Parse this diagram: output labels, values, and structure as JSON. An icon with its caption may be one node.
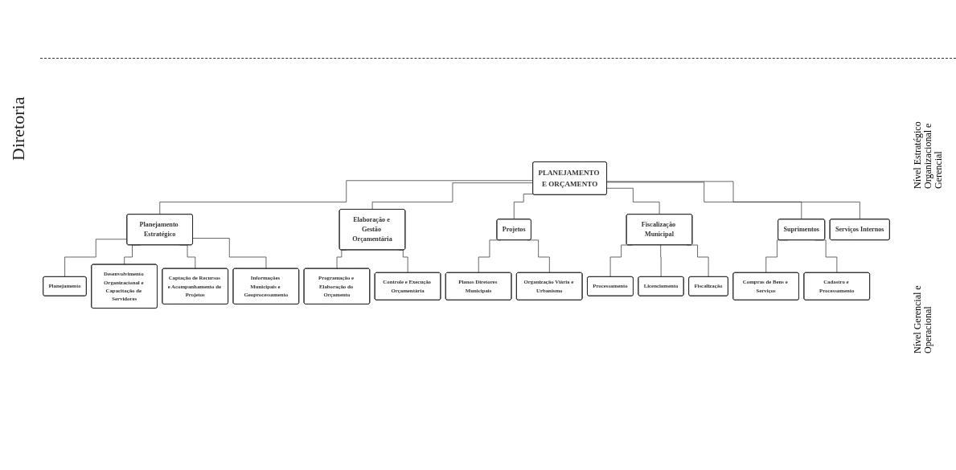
{
  "diagram": {
    "nodes": [
      {
        "text": [
          "PLANEJAMENTO E ORÇAMENTO"
        ]
      },
      {
        "text": [
          "Planejamento Estratégico"
        ]
      },
      {
        "text": [
          "Elaboração e Gestão Orçamentária"
        ]
      },
      {
        "text": [
          "Projetos"
        ]
      },
      {
        "text": [
          "Fiscalização Municipal"
        ]
      },
      {
        "text": [
          "Suprimentos"
        ]
      },
      {
        "text": [
          "Serviços Internos"
        ]
      },
      {
        "text": [
          "Planejamento"
        ]
      },
      {
        "text": [
          "Desenvolvimento Organizacional e Capacitação de Servidores"
        ]
      },
      {
        "text": [
          "Captação de Recursos e Acompanhamento de Projetos"
        ]
      },
      {
        "text": [
          "Informações Municipais e Geoprocessamento"
        ]
      },
      {
        "text": [
          "Programação e Elaboração do Orçamento"
        ]
      },
      {
        "text": [
          "Controle e Execução Orçamentária"
        ]
      },
      {
        "text": [
          "Planos Diretores Municipais"
        ]
      },
      {
        "text": [
          "Organização Viária e Urbanismo"
        ]
      },
      {
        "text": [
          "Processamento"
        ]
      },
      {
        "text": [
          "Licenciamento"
        ]
      },
      {
        "text": [
          "Fiscalização"
        ]
      },
      {
        "text": [
          "Compras de Bens e Serviços"
        ]
      },
      {
        "text": [
          "Cadastro e Processamento"
        ]
      }
    ],
    "edges": [
      {
        "from": 0,
        "to": 1,
        "arrow": "none"
      },
      {
        "from": 0,
        "to": 2,
        "arrow": "none"
      },
      {
        "from": 0,
        "to": 3,
        "arrow": "none"
      },
      {
        "from": 0,
        "to": 4,
        "arrow": "none"
      },
      {
        "from": 0,
        "to": 5,
        "arrow": "none"
      },
      {
        "from": 0,
        "to": 6,
        "arrow": "none"
      },
      {
        "from": 1,
        "to": 7,
        "arrow": "none"
      },
      {
        "from": 1,
        "to": 8,
        "arrow": "none"
      },
      {
        "from": 1,
        "to": 9,
        "arrow": "none"
      },
      {
        "from": 1,
        "to": 10,
        "arrow": "none"
      },
      {
        "from": 2,
        "to": 11,
        "arrow": "none"
      },
      {
        "from": 2,
        "to": 12,
        "arrow": "none"
      },
      {
        "from": 3,
        "to": 13,
        "arrow": "none"
      },
      {
        "from": 3,
        "to": 14,
        "arrow": "none"
      },
      {
        "from": 4,
        "to": 15,
        "arrow": "none"
      },
      {
        "from": 4,
        "to": 16,
        "arrow": "none"
      },
      {
        "from": 4,
        "to": 17,
        "arrow": "none"
      },
      {
        "from": 5,
        "to": 18,
        "arrow": "none"
      },
      {
        "from": 5,
        "to": 19,
        "arrow": "none"
      }
    ],
    "labels": [
      "Diretoria",
      "Nível Estratégico Organizacional e Gerencial",
      "Nível Gerencial e Operacional"
    ]
  }
}
